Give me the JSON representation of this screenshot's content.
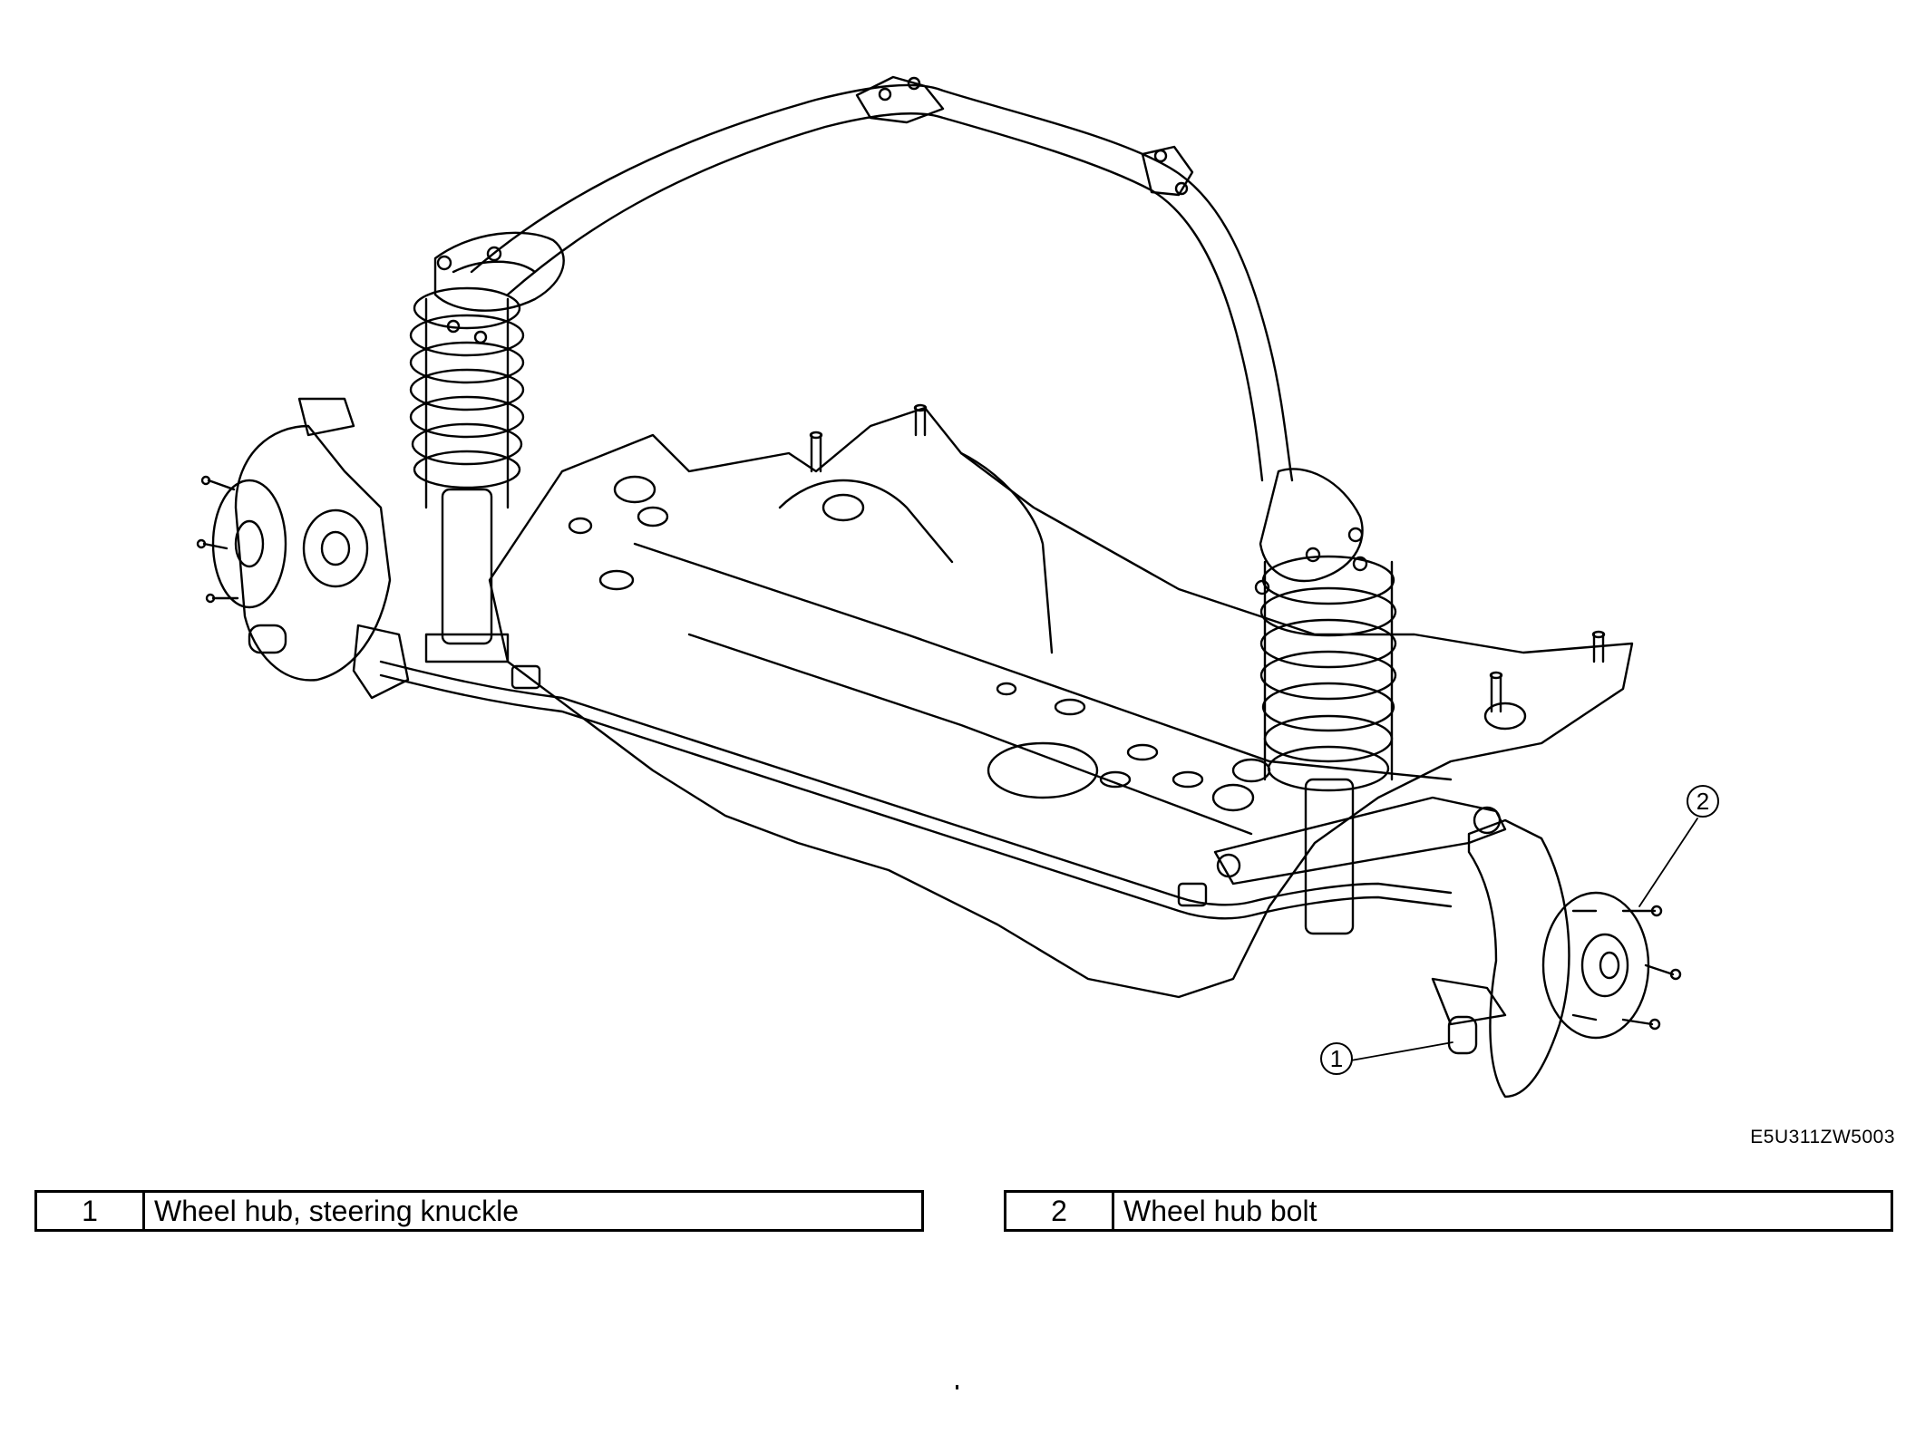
{
  "diagram": {
    "subject": "Front suspension crossmember assembly with coil-spring struts, stabilizer bar, strut tower bar, lower arms, steering knuckles and wheel hubs",
    "callouts": [
      {
        "number": "1"
      },
      {
        "number": "2"
      }
    ],
    "reference_code": "E5U311ZW5003"
  },
  "legend": [
    {
      "number": "1",
      "label": "Wheel hub, steering knuckle"
    },
    {
      "number": "2",
      "label": "Wheel hub bolt"
    }
  ],
  "colors": {
    "line": "#000000",
    "background": "#ffffff"
  }
}
